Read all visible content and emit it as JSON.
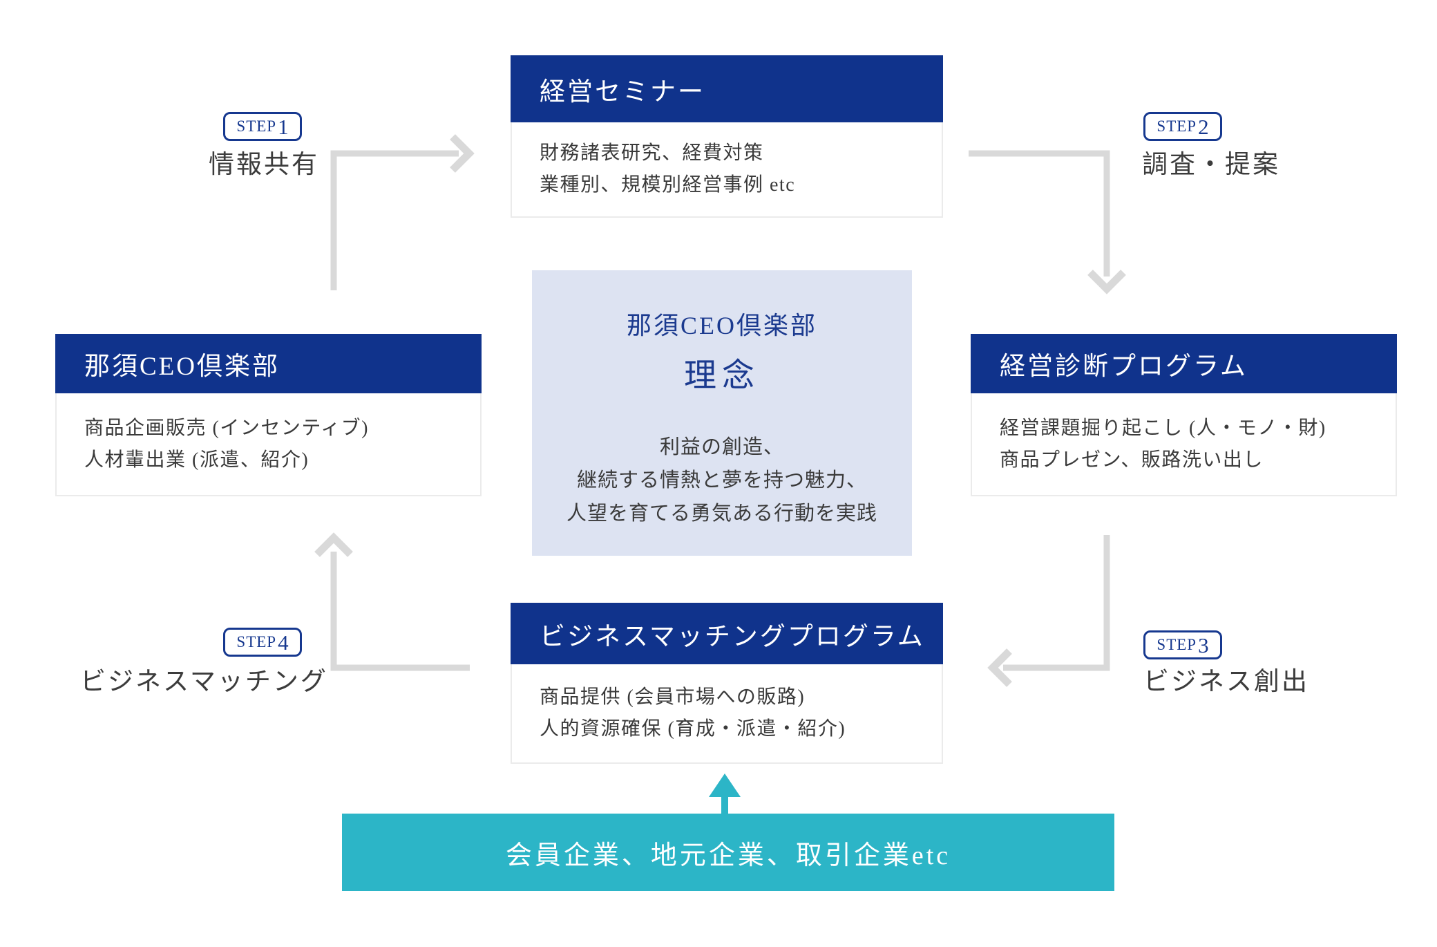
{
  "diagram": {
    "boxes": {
      "top": {
        "title": "経営セミナー",
        "lines": [
          "財務諸表研究、経費対策",
          "業種別、規模別経営事例 etc"
        ]
      },
      "left": {
        "title": "那須CEO倶楽部",
        "lines": [
          "商品企画販売 (インセンティブ)",
          "人材輩出業 (派遣、紹介)"
        ]
      },
      "right": {
        "title": "経営診断プログラム",
        "lines": [
          "経営課題掘り起こし (人・モノ・財)",
          "商品プレゼン、販路洗い出し"
        ]
      },
      "bottom": {
        "title": "ビジネスマッチングプログラム",
        "lines": [
          "商品提供 (会員市場への販路)",
          "人的資源確保 (育成・派遣・紹介)"
        ]
      }
    },
    "center": {
      "title": "那須CEO倶楽部",
      "subtitle": "理念",
      "lines": [
        "利益の創造、",
        "継続する情熱と夢を持つ魅力、",
        "人望を育てる勇気ある行動を実践"
      ]
    },
    "steps": [
      {
        "prefix": "STEP",
        "number": "1",
        "label": "情報共有"
      },
      {
        "prefix": "STEP",
        "number": "2",
        "label": "調査・提案"
      },
      {
        "prefix": "STEP",
        "number": "3",
        "label": "ビジネス創出"
      },
      {
        "prefix": "STEP",
        "number": "4",
        "label": "ビジネスマッチング"
      }
    ],
    "source_bar": {
      "label": "会員企業、地元企業、取引企業etc"
    },
    "colors": {
      "primary_blue": "#10338c",
      "badge_blue": "#16388f",
      "center_bg": "#dde3f2",
      "accent_teal": "#2cb5c7",
      "arrow_gray": "#d9d9d9",
      "text_dark": "#3a3a3a"
    }
  }
}
